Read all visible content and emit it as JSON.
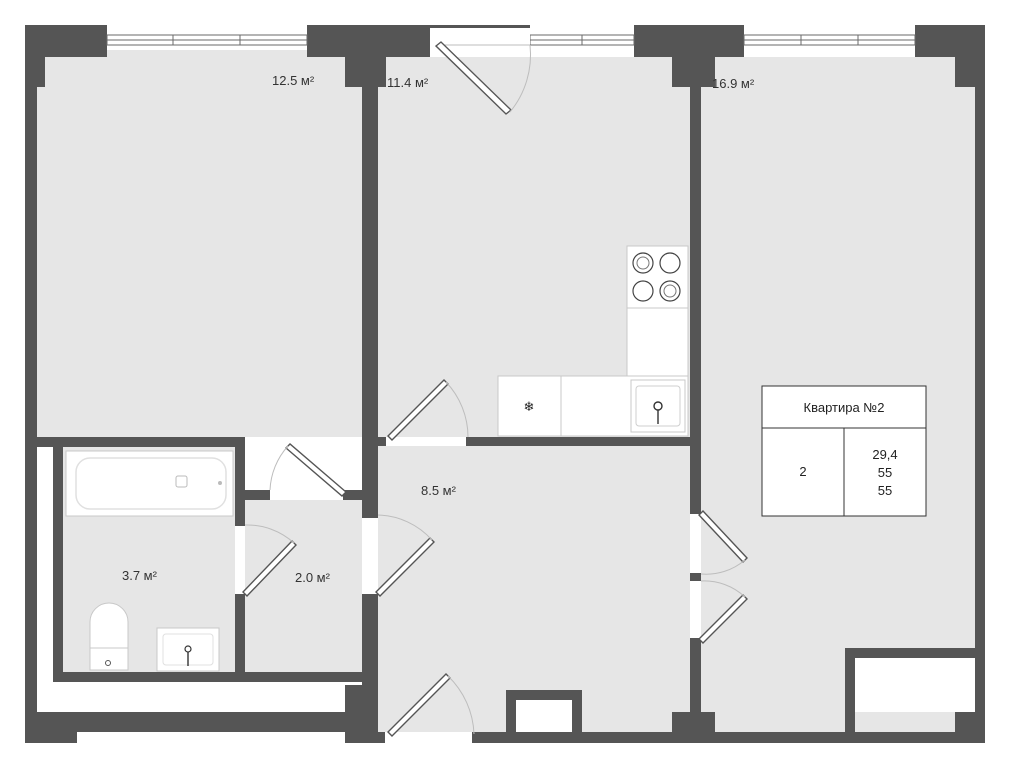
{
  "rooms": {
    "bedroom_left": {
      "area": "12.5 м²"
    },
    "kitchen": {
      "area": "11.4 м²"
    },
    "living_room": {
      "area": "16.9 м²"
    },
    "hallway": {
      "area": "8.5 м²"
    },
    "bathroom": {
      "area": "3.7 м²"
    },
    "toilet": {
      "area": "2.0 м²"
    }
  },
  "info_box": {
    "title": "Квартира №2",
    "rooms_count": "2",
    "values": [
      "29,4",
      "55",
      "55"
    ]
  },
  "colors": {
    "wall": "#555555",
    "floor": "#e6e6e6",
    "fixture": "#ffffff",
    "background": "#ffffff"
  },
  "icons": {
    "fridge": "snowflake-icon",
    "stove": "stove-burners-icon",
    "sink": "sink-icon",
    "toilet": "toilet-icon",
    "bathtub": "bathtub-icon"
  }
}
